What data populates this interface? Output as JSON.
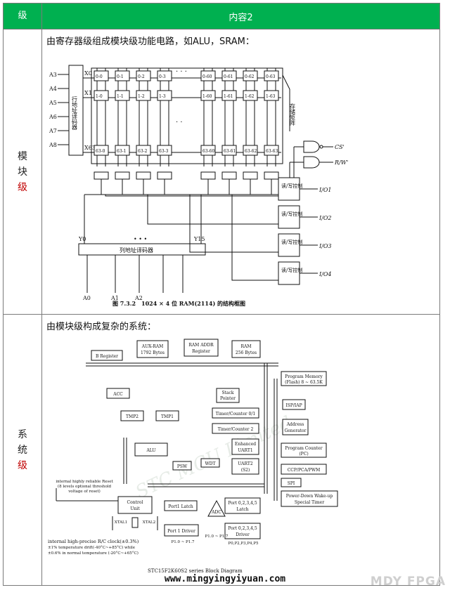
{
  "table": {
    "header_level": "级",
    "header_content": "内容2"
  },
  "module_row": {
    "level_chars": [
      "模",
      "块",
      "级"
    ],
    "caption": "由寄存器级组成模块级功能电路，如ALU，SRAM：",
    "figure": {
      "caption": "图 7.3.2　1024 × 4 位 RAM(2114) 的结构框图",
      "row_decoder": "行地址译码器",
      "col_decoder": "列地址译码器",
      "storage_label": "存储矩阵",
      "rw_block": "读/写控制",
      "address_inputs": [
        "A3",
        "A4",
        "A5",
        "A6",
        "A7",
        "A8"
      ],
      "col_address_inputs": [
        "A0",
        "A1",
        "A2"
      ],
      "row_lines": [
        "X0",
        "X1",
        "X63"
      ],
      "col_lines": [
        "Y0",
        "Y15"
      ],
      "cell_top_row": [
        "0-0",
        "0-1",
        "0-2",
        "0-3",
        "0-60",
        "0-61",
        "0-62",
        "0-63"
      ],
      "cell_second_row": [
        "1-0",
        "1-1",
        "1-2",
        "1-3",
        "1-60",
        "1-61",
        "1-62",
        "1-63"
      ],
      "cell_bottom_row": [
        "63-0",
        "63-1",
        "63-2",
        "63-3",
        "63-60",
        "63-61",
        "63-62",
        "63-63"
      ],
      "io_pins": [
        "I/O1",
        "I/O2",
        "I/O3",
        "I/O4"
      ],
      "control_pins": [
        "CS'",
        "R/W'"
      ]
    }
  },
  "system_row": {
    "level_chars": [
      "系",
      "统",
      "级"
    ],
    "caption": "由模块级构成复杂的系统：",
    "figure": {
      "title": "STC15F2K60S2 series Block Diagram",
      "blocks": {
        "b_register": "B Register",
        "aux_ram": [
          "AUX-RAM",
          "1792 Bytes"
        ],
        "ram_addr": [
          "RAM ADDR",
          "Register"
        ],
        "ram": [
          "RAM",
          "256 Bytes"
        ],
        "program_memory": [
          "Program Memory",
          "(Flash) 8 ~ 63.5K"
        ],
        "acc": "ACC",
        "stack_pointer": [
          "Stack",
          "Pointer"
        ],
        "isp_iap": "ISP/IAP",
        "tmp2": "TMP2",
        "tmp1": "TMP1",
        "timer01": "Timer/Counter 0/1",
        "timer2": "Timer/Counter 2",
        "address_generator": [
          "Address",
          "Generator"
        ],
        "enhanced_uart1": [
          "Enhanced",
          "UART1"
        ],
        "program_counter": [
          "Program Counter",
          "(PC)"
        ],
        "alu": "ALU",
        "psw": "PSW",
        "wdt": "WDT",
        "uart2": [
          "UART2",
          "(S2)"
        ],
        "ccp": "CCP/PCA/PWM",
        "spi": "SPI",
        "power_down": [
          "Power-Down Wake-up",
          "Special Timer"
        ],
        "control_unit": [
          "Control",
          "Unit"
        ],
        "port1_latch": "Port1 Latch",
        "port0235_latch": [
          "Port 0,2,3,4,5",
          "Latch"
        ],
        "adc": "ADC",
        "port1_driver": "Port 1 Driver",
        "port0235_driver": [
          "Port 0,2,3,4,5",
          "Driver"
        ]
      },
      "reset_note": [
        "internal highly reliable Reset",
        "(8 levels optional threshold",
        "voltage of reset)"
      ],
      "xtal1": "XTAL1",
      "xtal2": "XTAL2",
      "clock_note": [
        "internal high-precise R/C clock(±0.3%)",
        "±1% temperature drift(-40°C~+85°C) while",
        "±0.6% in normal temperature (-20°C~+65°C)"
      ],
      "p1_pins": "P1.0 ~ P1.7",
      "adc_pins": "P1.0 ~ P1.7",
      "port_pins": "P0,P2,P3,P4,P5",
      "watermark": "STC MCU Limited"
    }
  },
  "footer": {
    "url": "www.mingyingyiyuan.com",
    "brand": "MDY FPGA"
  }
}
